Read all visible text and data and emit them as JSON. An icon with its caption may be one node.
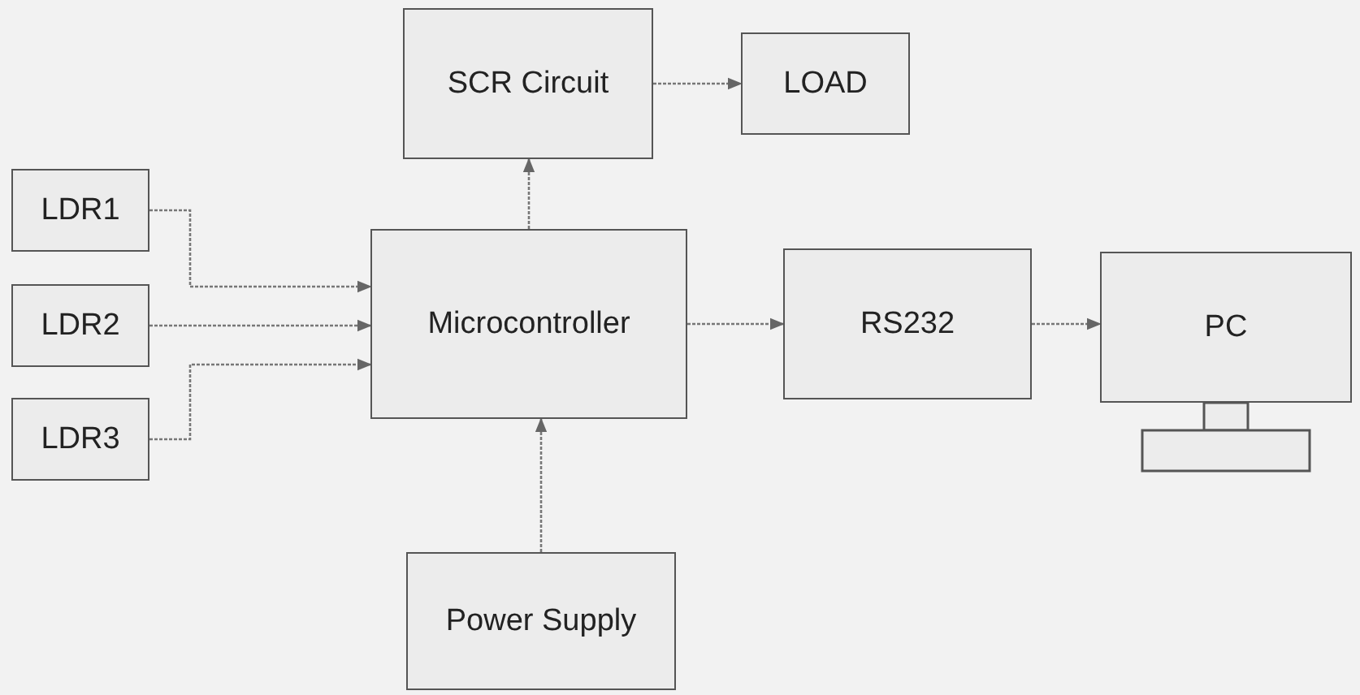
{
  "diagram": {
    "nodes": [
      {
        "text": [
          "SCR Circuit"
        ]
      },
      {
        "text": [
          "LOAD"
        ]
      },
      {
        "text": [
          "LDR1"
        ]
      },
      {
        "text": [
          "LDR2"
        ]
      },
      {
        "text": [
          "Microcontroller"
        ]
      },
      {
        "text": [
          "RS232"
        ]
      },
      {
        "text": [
          "PC"
        ]
      },
      {
        "text": [
          "LDR3"
        ]
      },
      {
        "text": [
          "Power Supply"
        ]
      }
    ],
    "edges": [
      {
        "from": 2,
        "to": 4,
        "arrow": "to"
      },
      {
        "from": 3,
        "to": 4,
        "arrow": "to"
      },
      {
        "from": 7,
        "to": 4,
        "arrow": "to"
      },
      {
        "from": 4,
        "to": 0,
        "arrow": "to"
      },
      {
        "from": 0,
        "to": 1,
        "arrow": "to"
      },
      {
        "from": 4,
        "to": 5,
        "arrow": "to"
      },
      {
        "from": 5,
        "to": 6,
        "arrow": "to"
      },
      {
        "from": 8,
        "to": 4,
        "arrow": "to"
      }
    ]
  }
}
